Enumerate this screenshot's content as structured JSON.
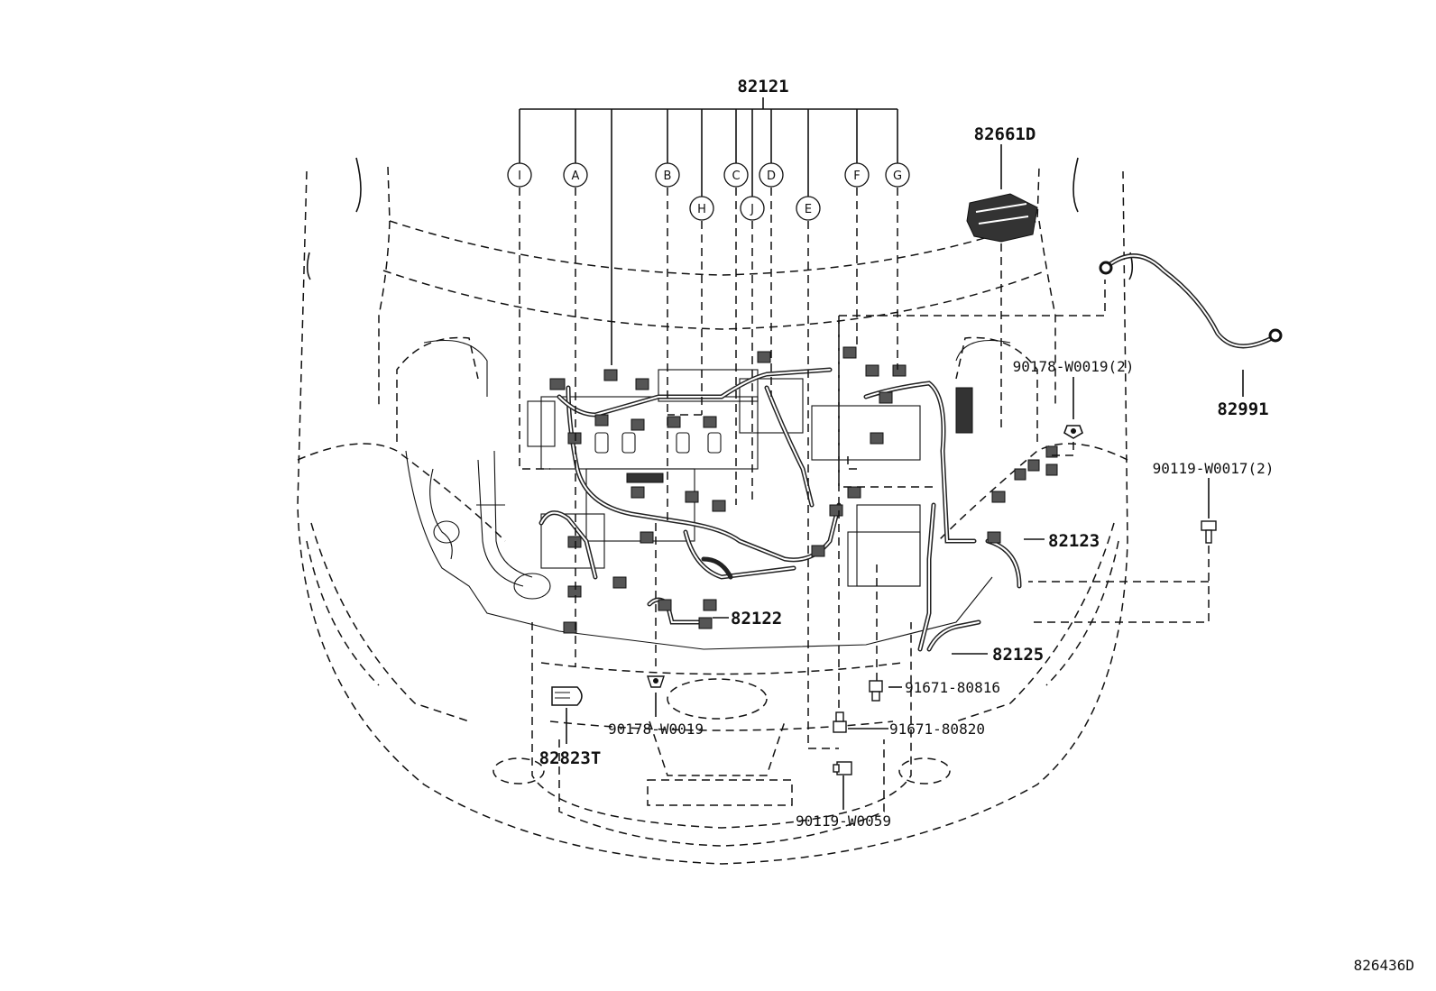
{
  "diagram": {
    "main_part": "82121",
    "callouts": [
      "I",
      "A",
      "B",
      "H",
      "C",
      "J",
      "D",
      "E",
      "F",
      "G"
    ],
    "parts": {
      "p82661D": "82661D",
      "p82991": "82991",
      "p90178_2": "90178-W0019(2)",
      "p90119_2": "90119-W0017(2)",
      "p82123": "82123",
      "p82122": "82122",
      "p82125": "82125",
      "p91671_816": "91671-80816",
      "p91671_820": "91671-80820",
      "p90178": "90178-W0019",
      "p82823T": "82823T",
      "p90119_59": "90119-W0059"
    },
    "figure_code": "826436D"
  }
}
